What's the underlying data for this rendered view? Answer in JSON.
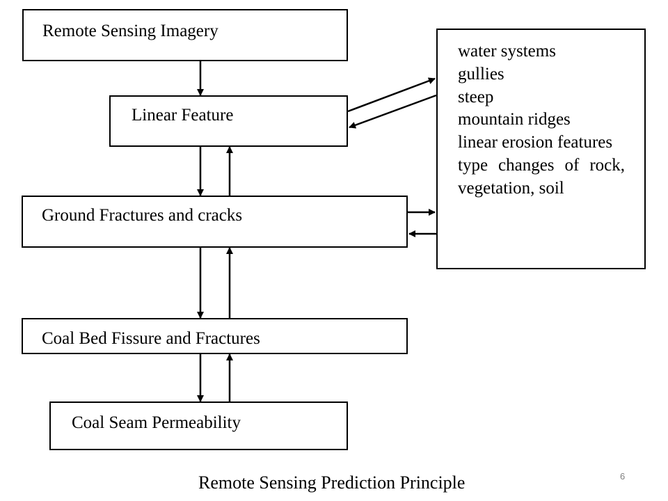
{
  "boxes": {
    "remote_sensing_imagery": "Remote Sensing Imagery",
    "linear_feature": "Linear Feature",
    "ground_fractures": "Ground Fractures and cracks",
    "coal_bed_fissure": "Coal Bed Fissure and Fractures",
    "coal_seam_permeability": "Coal Seam Permeability"
  },
  "side_box": {
    "items": [
      "water systems",
      "gullies",
      "steep",
      "mountain ridges",
      "linear erosion features",
      "type changes of rock, vegetation, soil"
    ]
  },
  "caption": "Remote Sensing Prediction Principle",
  "page_number": "6"
}
